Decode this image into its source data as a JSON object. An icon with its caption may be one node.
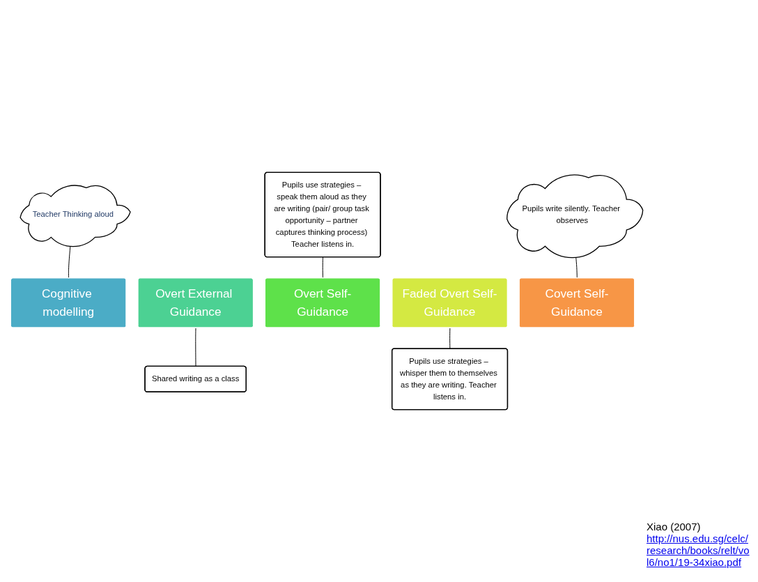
{
  "diagram": {
    "nodes": [
      {
        "text": [
          "Teacher Thinking aloud"
        ]
      },
      {
        "text": [
          "Pupils use strategies – speak them aloud as they are writing (pair/ group task opportunity – partner captures thinking process) Teacher listens in."
        ]
      },
      {
        "text": [
          "Pupils write silently. Teacher observes"
        ]
      },
      {
        "text": [
          "Cognitive modelling"
        ]
      },
      {
        "text": [
          "Overt External Guidance"
        ]
      },
      {
        "text": [
          "Overt Self-Guidance"
        ]
      },
      {
        "text": [
          "Faded Overt Self-Guidance"
        ]
      },
      {
        "text": [
          "Covert Self-Guidance"
        ]
      },
      {
        "text": [
          "Shared writing as a class"
        ]
      },
      {
        "text": [
          "Pupils use strategies – whisper them to themselves as they are writing. Teacher listens in."
        ]
      }
    ],
    "edges": [
      {
        "from": 0,
        "to": 3,
        "arrow": "none"
      },
      {
        "from": 1,
        "to": 5,
        "arrow": "none"
      },
      {
        "from": 2,
        "to": 7,
        "arrow": "none"
      },
      {
        "from": 4,
        "to": 8,
        "arrow": "none"
      },
      {
        "from": 6,
        "to": 9,
        "arrow": "none"
      }
    ],
    "labels": [
      "Xiao (2007)",
      "http://nus.edu.sg/celc/research/books/relt/vol6/no1/19-34xiao.pdf"
    ]
  }
}
